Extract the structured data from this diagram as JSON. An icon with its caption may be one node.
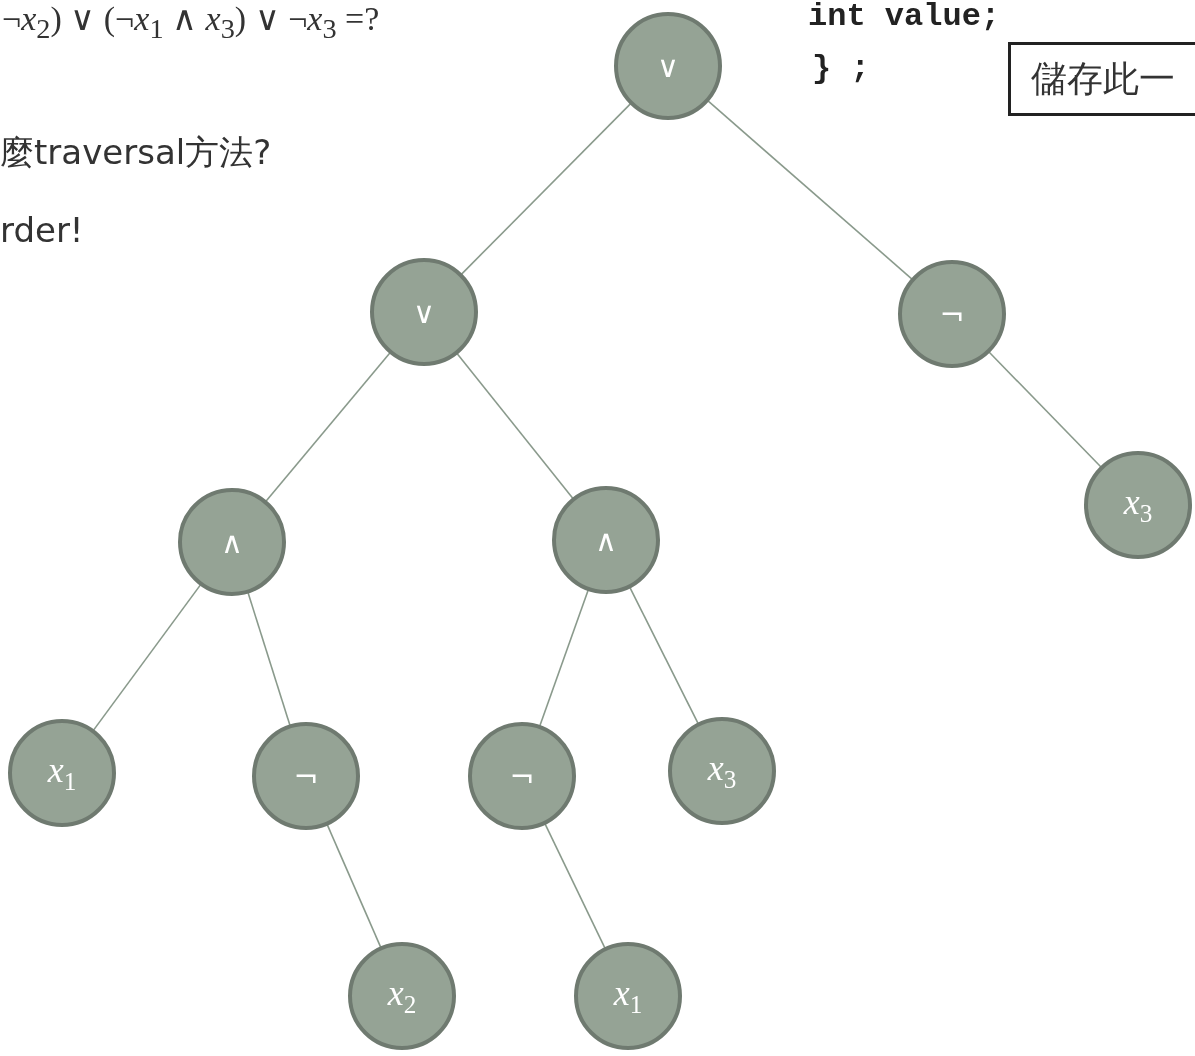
{
  "diagram": {
    "nodes": [
      {
        "text": [
          "∨"
        ]
      },
      {
        "text": [
          "∨"
        ]
      },
      {
        "text": [
          "¬"
        ]
      },
      {
        "text": [
          "∧"
        ]
      },
      {
        "text": [
          "∧"
        ]
      },
      {
        "text": [
          "*x*$_{3}$"
        ]
      },
      {
        "text": [
          "*x*$_{1}$"
        ]
      },
      {
        "text": [
          "¬"
        ]
      },
      {
        "text": [
          "¬"
        ]
      },
      {
        "text": [
          "*x*$_{3}$"
        ]
      },
      {
        "text": [
          "*x*$_{2}$"
        ]
      },
      {
        "text": [
          "*x*$_{1}$"
        ]
      },
      {
        "text": [
          "儲存此一"
        ]
      }
    ],
    "edges": [
      {
        "from": 0,
        "to": 1,
        "arrow": "none"
      },
      {
        "from": 0,
        "to": 2,
        "arrow": "none"
      },
      {
        "from": 1,
        "to": 3,
        "arrow": "none"
      },
      {
        "from": 1,
        "to": 4,
        "arrow": "none"
      },
      {
        "from": 2,
        "to": 5,
        "arrow": "none"
      },
      {
        "from": 3,
        "to": 6,
        "arrow": "none"
      },
      {
        "from": 3,
        "to": 7,
        "arrow": "none"
      },
      {
        "from": 4,
        "to": 8,
        "arrow": "none"
      },
      {
        "from": 4,
        "to": 9,
        "arrow": "none"
      },
      {
        "from": 7,
        "to": 10,
        "arrow": "none"
      },
      {
        "from": 8,
        "to": 11,
        "arrow": "none"
      }
    ],
    "labels": [
      "¬*x*$_{2}$) ∨ (¬*x*$_{1}$ ∧ *x*$_{3}$) ∨ ¬*x*$_{3}$ =?",
      "int value;",
      "} ;",
      "麼traversal方法?",
      "rder!"
    ]
  }
}
